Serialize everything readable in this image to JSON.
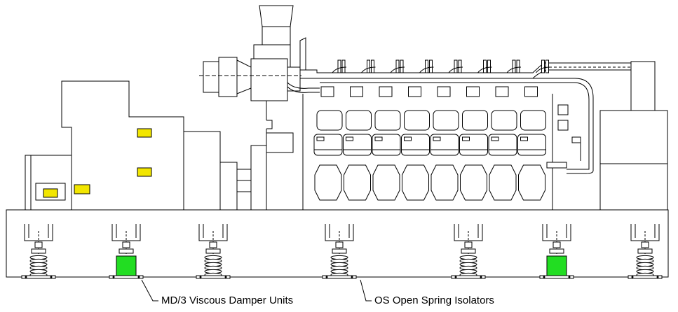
{
  "labels": {
    "damper": "MD/3 Viscous Damper Units",
    "spring": "OS Open Spring Isolators"
  },
  "colors": {
    "damper_fill": "#22dd22",
    "highlight_fill": "#f2e600",
    "line": "#000000"
  },
  "isolators": [
    "spring",
    "damper",
    "spring",
    "spring",
    "spring",
    "damper",
    "spring"
  ],
  "engine": {
    "cylinders": 8
  }
}
